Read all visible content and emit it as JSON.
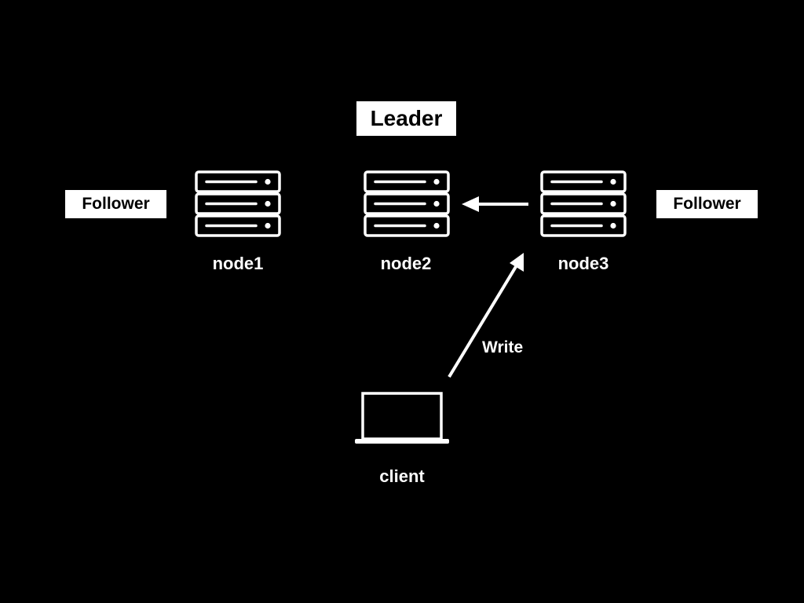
{
  "colors": {
    "background": "#000000",
    "foreground": "#ffffff",
    "badge_text": "#000000"
  },
  "badges": {
    "leader": "Leader",
    "follower_left": "Follower",
    "follower_right": "Follower"
  },
  "nodes": [
    {
      "label": "node1",
      "icon": "server-rack-icon"
    },
    {
      "label": "node2",
      "icon": "server-rack-icon"
    },
    {
      "label": "node3",
      "icon": "server-rack-icon"
    }
  ],
  "client": {
    "label": "client",
    "icon": "laptop-icon"
  },
  "edges": [
    {
      "from": "client",
      "to": "node3",
      "label": "Write"
    },
    {
      "from": "node3",
      "to": "node2",
      "label": ""
    }
  ]
}
